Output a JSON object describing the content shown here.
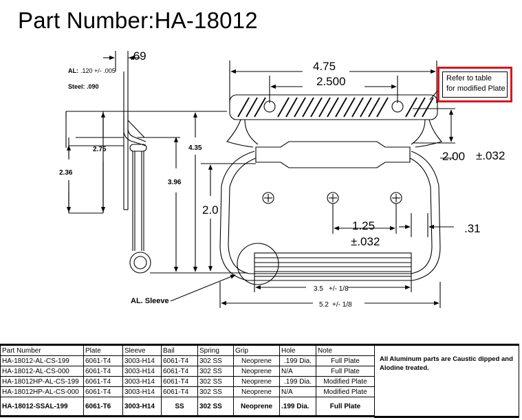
{
  "title": "Part Number:HA-18012",
  "dimensions": {
    "plate_thickness": ".69",
    "al_spec_label": "AL:",
    "al_spec_value": ".120 +/- .005",
    "steel_spec": "Steel: .090",
    "d_2_75": "2.75",
    "d_2_36": "2.36",
    "d_4_35": "4.35",
    "d_3_96": "3.96",
    "d_4_75": "4.75",
    "d_2_500": "2.500",
    "d_2_0": "2.0",
    "d_2_00": "2.00",
    "d_tol_032": "±.032",
    "d_1_25": "1.25",
    "d_1_25_tol": "±.032",
    "d_31": ".31",
    "d_3_5": "3.5",
    "d_3_5_tol": "+/- 1/8",
    "d_5_2": "5.2",
    "d_5_2_tol": "+/- 1/8",
    "al_sleeve": "AL. Sleeve"
  },
  "callout": {
    "line1": "Refer to table",
    "line2": "for modified Plate"
  },
  "table": {
    "headers": [
      "Part Number",
      "Plate",
      "Sleeve",
      "Bail",
      "Spring",
      "Grip",
      "Hole",
      "Note"
    ],
    "rows": [
      [
        "HA-18012-AL-CS-199",
        "6061-T4",
        "3003-H14",
        "6061-T4",
        "302 SS",
        "Neoprene",
        ".199 Dia.",
        "Full Plate"
      ],
      [
        "HA-18012-AL-CS-000",
        "6061-T4",
        "3003-H14",
        "6061-T4",
        "302 SS",
        "Neoprene",
        "N/A",
        "Full Plate"
      ],
      [
        "HA-18012HP-AL-CS-199",
        "6061-T4",
        "3003-H14",
        "6061-T4",
        "302 SS",
        "Neoprene",
        ".199 Dia.",
        "Modified Plate"
      ],
      [
        "HA-18012HP-AL-CS-000",
        "6061-T4",
        "3003-H14",
        "6061-T4",
        "302 SS",
        "Neoprene",
        "N/A",
        "Modified Plate"
      ],
      [
        "HA-18012-SSAL-199",
        "6061-T6",
        "3003-H14",
        "SS",
        "302 SS",
        "Neoprene",
        ".199 Dia.",
        "Full Plate"
      ]
    ]
  },
  "note": "All Aluminum parts are Caustic  dipped and Alodine treated.",
  "colors": {
    "callout_border": "#d9141e"
  }
}
